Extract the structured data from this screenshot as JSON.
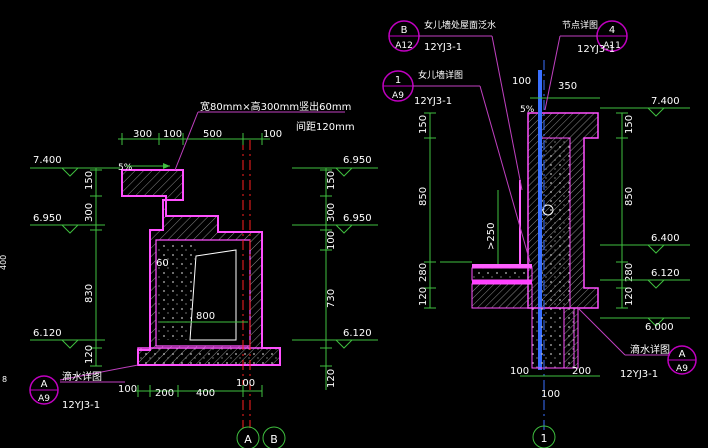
{
  "colors": {
    "background": "#000000",
    "dimension": "#3fbf3f",
    "outline": "#ff50ff",
    "leader": "#c040c0",
    "bubble": "#c000c0",
    "text": "#ffffff",
    "elevation": "#ffffff",
    "hatch": "#9a9a9a",
    "grid_line": "#ff2020",
    "insulation": "#3a70ff",
    "pipe": "#ff60ff"
  },
  "left_section": {
    "note_line1": "宽80mm×高300mm竖出60mm",
    "note_line2": "间距120mm",
    "slope_label": "5%",
    "top_dims": [
      "300",
      "100",
      "500",
      "100"
    ],
    "inner_dim_60": "60",
    "inner_dim_800": "800",
    "bottom_dims": [
      "100",
      "200",
      "400",
      "100"
    ],
    "left_elevations": [
      "7.400",
      "6.950",
      "6.120"
    ],
    "right_elevations": [
      "6.950",
      "6.950",
      "6.120"
    ],
    "left_vertical_dims": [
      "150",
      "300",
      "830",
      "120"
    ],
    "right_vertical_dims": [
      "150",
      "300",
      "100",
      "730",
      "120"
    ],
    "side_mark": "400",
    "side_mark2": "8",
    "drip_label": "滴水详图",
    "bubble_a": {
      "top": "A",
      "bottom": "A9"
    },
    "bubble_a_ref": "12YJ3-1",
    "axis_a": "A",
    "axis_b": "B"
  },
  "right_section": {
    "bubble_b": {
      "top": "B",
      "bottom": "A12"
    },
    "bubble_b_label": "女儿墙处屋面泛水",
    "bubble_b_ref": "12YJ3-1",
    "bubble_4": {
      "top": "4",
      "bottom": "A11"
    },
    "bubble_4_label": "节点详图",
    "bubble_4_ref": "12YJ3-1",
    "bubble_1": {
      "top": "1",
      "bottom": "A9"
    },
    "bubble_1_label": "女儿墙详图",
    "bubble_1_ref": "12YJ3-1",
    "dim_100_top": "100",
    "dim_350": "350",
    "slope_label": "5%",
    "left_vertical_dims": [
      "150",
      "850",
      "280",
      "120"
    ],
    "right_vertical_dims": [
      "150",
      "850",
      "280",
      "120"
    ],
    "dim_250": ">250",
    "right_elevations": [
      "7.400",
      "6.400",
      "6.120",
      "6.000"
    ],
    "bottom_dims": [
      "100",
      "200",
      "100"
    ],
    "drip_label": "滴水详图",
    "bubble_a": {
      "top": "A",
      "bottom": "A9"
    },
    "bubble_a_ref": "12YJ3-1",
    "axis_1": "1"
  }
}
